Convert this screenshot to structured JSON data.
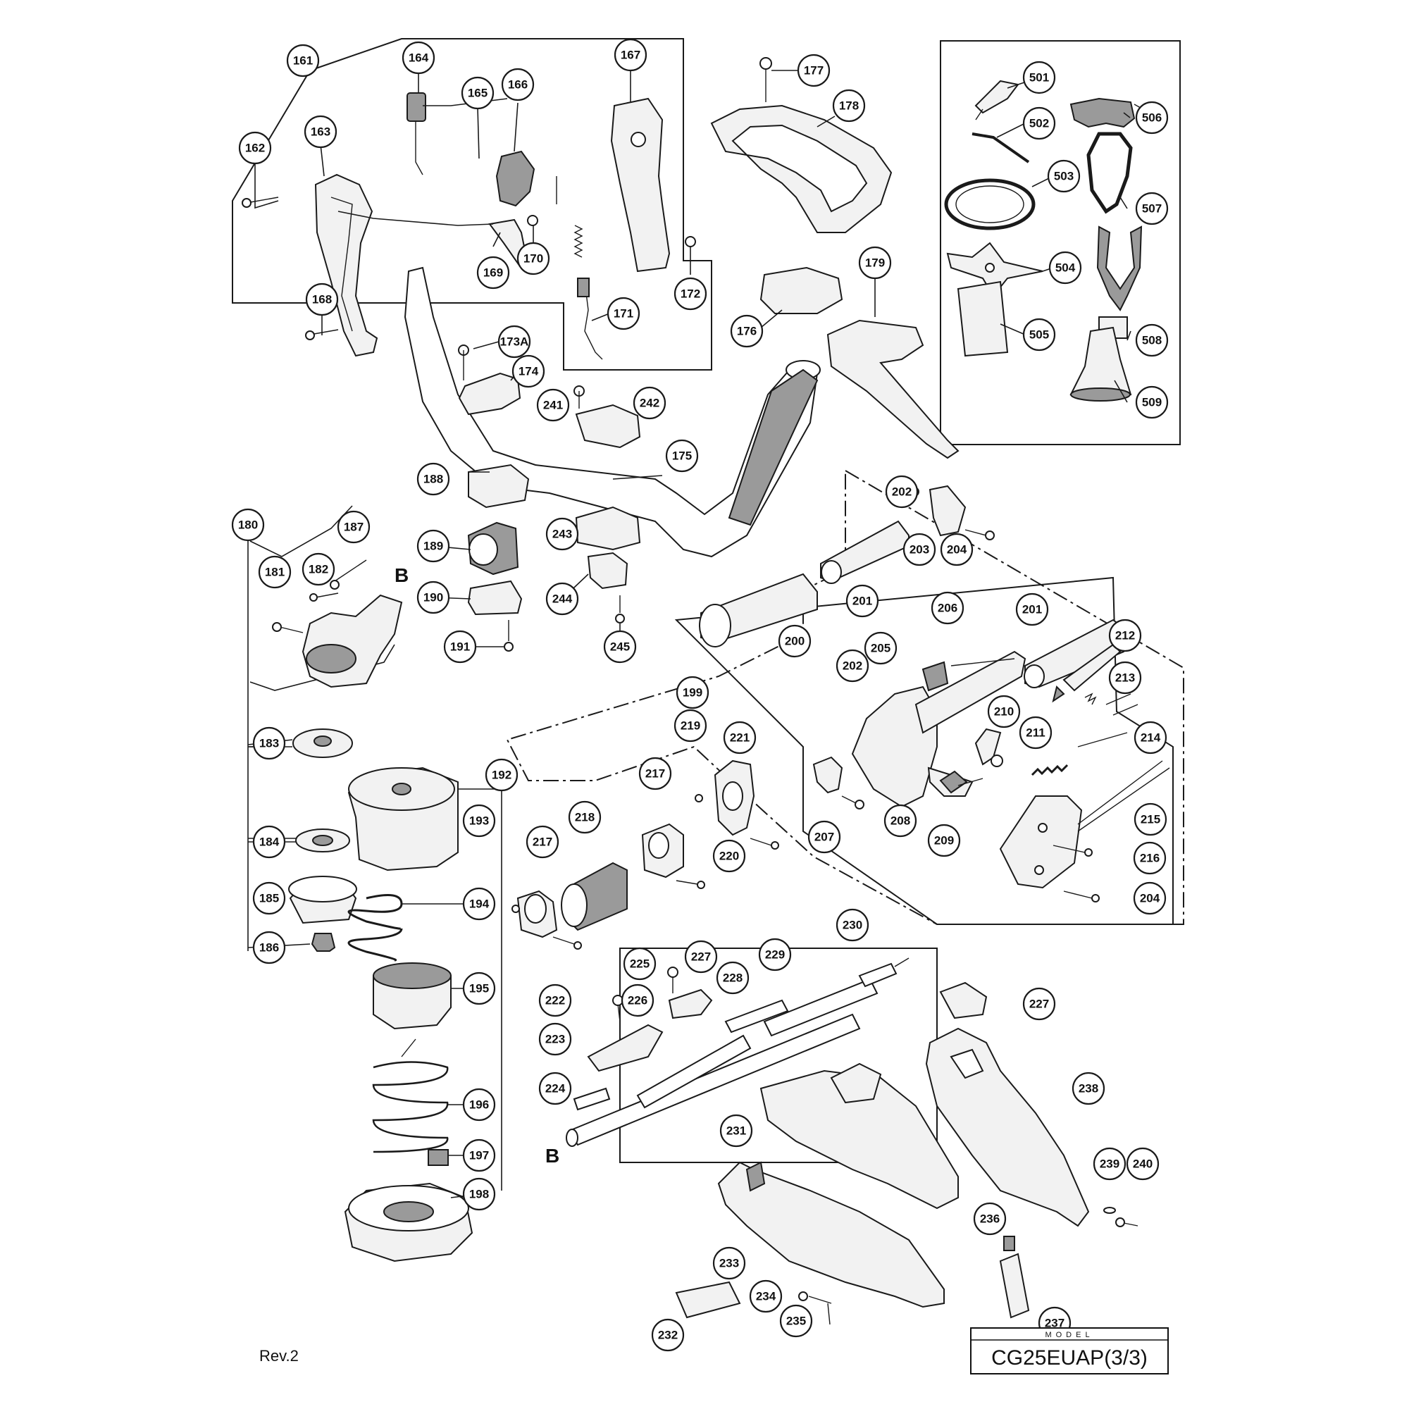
{
  "labels": {
    "p161": "161",
    "p162": "162",
    "p163": "163",
    "p164": "164",
    "p165": "165",
    "p166": "166",
    "p167": "167",
    "p168": "168",
    "p169": "169",
    "p170": "170",
    "p171": "171",
    "p172": "172",
    "p173A": "173A",
    "p174": "174",
    "p175": "175",
    "p176": "176",
    "p177": "177",
    "p178": "178",
    "p179": "179",
    "p180": "180",
    "p181": "181",
    "p182": "182",
    "p183": "183",
    "p184": "184",
    "p185": "185",
    "p186": "186",
    "p187": "187",
    "p188": "188",
    "p189": "189",
    "p190": "190",
    "p191": "191",
    "p192": "192",
    "p193": "193",
    "p194": "194",
    "p195": "195",
    "p196": "196",
    "p197": "197",
    "p198": "198",
    "p199": "199",
    "p200": "200",
    "p201a": "201",
    "p201b": "201",
    "p202a": "202",
    "p202b": "202",
    "p203": "203",
    "p204a": "204",
    "p204b": "204",
    "p205": "205",
    "p206": "206",
    "p207": "207",
    "p208": "208",
    "p209": "209",
    "p210": "210",
    "p211": "211",
    "p212": "212",
    "p213": "213",
    "p214": "214",
    "p215": "215",
    "p216": "216",
    "p217a": "217",
    "p217b": "217",
    "p218": "218",
    "p219": "219",
    "p220": "220",
    "p221": "221",
    "p222": "222",
    "p223": "223",
    "p224": "224",
    "p225": "225",
    "p226": "226",
    "p227a": "227",
    "p227b": "227",
    "p228": "228",
    "p229": "229",
    "p230": "230",
    "p231": "231",
    "p232": "232",
    "p233": "233",
    "p234": "234",
    "p235": "235",
    "p236": "236",
    "p237": "237",
    "p238": "238",
    "p239": "239",
    "p240": "240",
    "p241": "241",
    "p242": "242",
    "p243": "243",
    "p244": "244",
    "p245": "245",
    "p501": "501",
    "p502": "502",
    "p503": "503",
    "p504": "504",
    "p505": "505",
    "p506": "506",
    "p507": "507",
    "p508": "508",
    "p509": "509"
  },
  "connectors": {
    "top": "B",
    "bottom": "B"
  },
  "footer": {
    "revision": "Rev.2",
    "model_caption": "MODEL",
    "model_name": "CG25EUAP(3/3)"
  }
}
